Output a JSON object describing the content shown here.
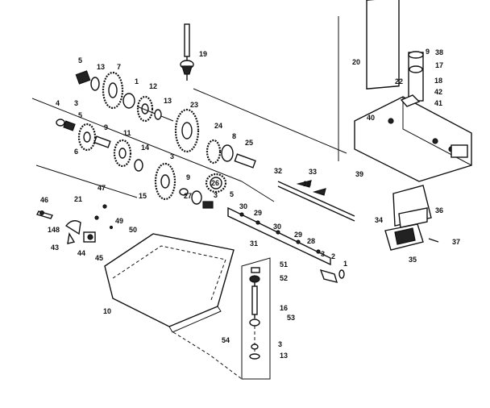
{
  "callouts": [
    {
      "id": "c-5a",
      "text": "5"
    },
    {
      "id": "c-13a",
      "text": "13"
    },
    {
      "id": "c-7",
      "text": "7"
    },
    {
      "id": "c-19",
      "text": "19"
    },
    {
      "id": "c-1a",
      "text": "1"
    },
    {
      "id": "c-12",
      "text": "12"
    },
    {
      "id": "c-13b",
      "text": "13"
    },
    {
      "id": "c-4",
      "text": "4"
    },
    {
      "id": "c-3a",
      "text": "3"
    },
    {
      "id": "c-23",
      "text": "23"
    },
    {
      "id": "c-5b",
      "text": "5"
    },
    {
      "id": "c-9a",
      "text": "9"
    },
    {
      "id": "c-11",
      "text": "11"
    },
    {
      "id": "c-6",
      "text": "6"
    },
    {
      "id": "c-24",
      "text": "24"
    },
    {
      "id": "c-8",
      "text": "8"
    },
    {
      "id": "c-25",
      "text": "25"
    },
    {
      "id": "c-14",
      "text": "14"
    },
    {
      "id": "c-3b",
      "text": "3"
    },
    {
      "id": "c-9b",
      "text": "9"
    },
    {
      "id": "c-26",
      "text": "26"
    },
    {
      "id": "c-27",
      "text": "27"
    },
    {
      "id": "c-15",
      "text": "15"
    },
    {
      "id": "c-3c",
      "text": "3"
    },
    {
      "id": "c-5c",
      "text": "5"
    },
    {
      "id": "c-32",
      "text": "32"
    },
    {
      "id": "c-33",
      "text": "33"
    },
    {
      "id": "c-16a",
      "text": "16"
    },
    {
      "id": "c-47",
      "text": "47"
    },
    {
      "id": "c-46",
      "text": "46"
    },
    {
      "id": "c-21",
      "text": "21"
    },
    {
      "id": "c-48",
      "text": "148"
    },
    {
      "id": "c-49",
      "text": "49"
    },
    {
      "id": "c-50",
      "text": "50"
    },
    {
      "id": "c-43",
      "text": "43"
    },
    {
      "id": "c-44",
      "text": "44"
    },
    {
      "id": "c-45",
      "text": "45"
    },
    {
      "id": "c-30",
      "text": "30"
    },
    {
      "id": "c-29a",
      "text": "29"
    },
    {
      "id": "c-30b",
      "text": "30"
    },
    {
      "id": "c-29b",
      "text": "29"
    },
    {
      "id": "c-28",
      "text": "28"
    },
    {
      "id": "c-31",
      "text": "31"
    },
    {
      "id": "c-3d",
      "text": "3"
    },
    {
      "id": "c-2",
      "text": "2"
    },
    {
      "id": "c-1b",
      "text": "1"
    },
    {
      "id": "c-10",
      "text": "10"
    },
    {
      "id": "c-51",
      "text": "51"
    },
    {
      "id": "c-52",
      "text": "52"
    },
    {
      "id": "c-16b",
      "text": "16"
    },
    {
      "id": "c-53",
      "text": "53"
    },
    {
      "id": "c-54",
      "text": "54"
    },
    {
      "id": "c-3e",
      "text": "3"
    },
    {
      "id": "c-13c",
      "text": "13"
    },
    {
      "id": "c-20",
      "text": "20"
    },
    {
      "id": "c-9c",
      "text": "9"
    },
    {
      "id": "c-38",
      "text": "38"
    },
    {
      "id": "c-17",
      "text": "17"
    },
    {
      "id": "c-18",
      "text": "18"
    },
    {
      "id": "c-22",
      "text": "22"
    },
    {
      "id": "c-42",
      "text": "42"
    },
    {
      "id": "c-41",
      "text": "41"
    },
    {
      "id": "c-40",
      "text": "40"
    },
    {
      "id": "c-39",
      "text": "39"
    },
    {
      "id": "c-36",
      "text": "36"
    },
    {
      "id": "c-34",
      "text": "34"
    },
    {
      "id": "c-37",
      "text": "37"
    },
    {
      "id": "c-35",
      "text": "35"
    }
  ]
}
